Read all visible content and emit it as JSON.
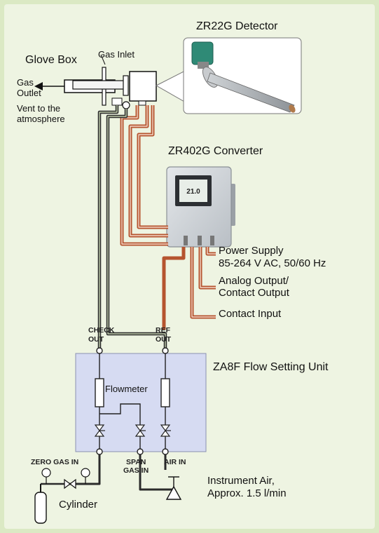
{
  "colors": {
    "background": "#dbe9c4",
    "panel": "#eef4e2",
    "flow_unit": "#d6dbf2",
    "gas_line": "#2b2b2b",
    "signal_line": "#b5542f"
  },
  "labels": {
    "detector": "ZR22G Detector",
    "glove_box": "Glove Box",
    "gas_inlet": "Gas Inlet",
    "gas_outlet_1": "Gas",
    "gas_outlet_2": "Outlet",
    "vent_1": "Vent to the",
    "vent_2": "atmosphere",
    "converter": "ZR402G Converter",
    "converter_display": "21.0",
    "power_supply_1": "Power Supply",
    "power_supply_2": "85-264 V AC, 50/60 Hz",
    "analog_output_1": "Analog Output/",
    "analog_output_2": "Contact Output",
    "contact_input": "Contact Input",
    "check_out_1": "CHECK",
    "check_out_2": "OUT",
    "ref_out_1": "REF",
    "ref_out_2": "OUT",
    "flow_unit": "ZA8F Flow Setting Unit",
    "flowmeter": "Flowmeter",
    "zero_gas_in": "ZERO GAS IN",
    "span_gas_in_1": "SPAN",
    "span_gas_in_2": "GAS IN",
    "air_in": "AIR IN",
    "cylinder": "Cylinder",
    "instrument_air_1": "Instrument Air,",
    "instrument_air_2": "Approx. 1.5 l/min"
  }
}
